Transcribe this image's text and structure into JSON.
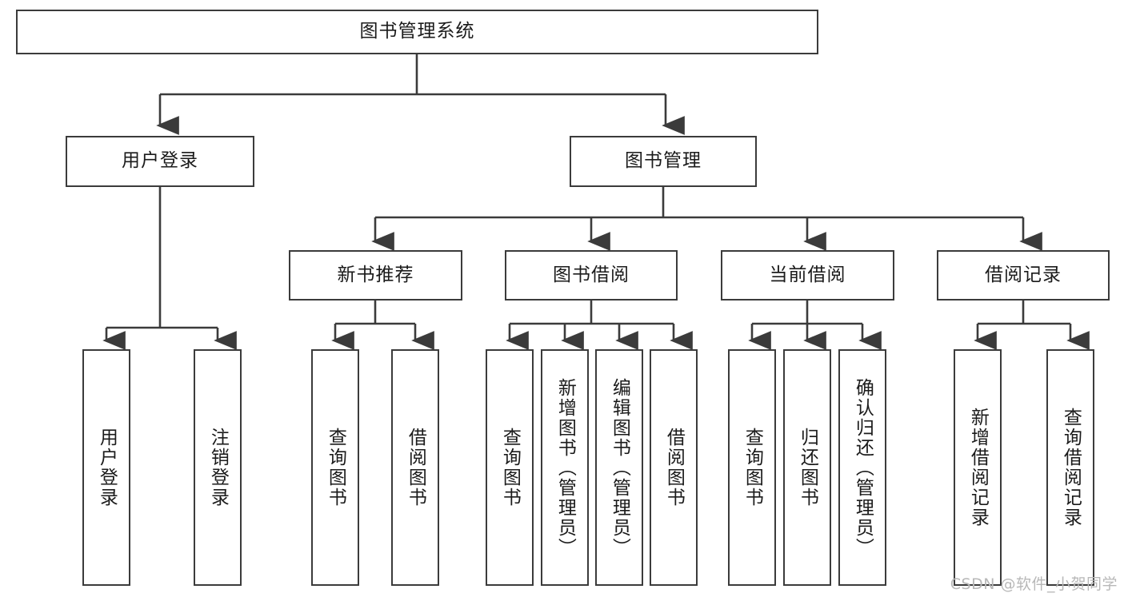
{
  "diagram": {
    "title": "图书管理系统",
    "type": "tree-hierarchy-diagram",
    "colors": {
      "box_border": "#3b3b3b",
      "box_fill": "#ffffff",
      "connector": "#3b3b3b",
      "text": "#1b1b1b",
      "watermark": "#b8b8b8"
    },
    "root": {
      "label": "图书管理系统"
    },
    "level2": [
      {
        "label": "用户登录"
      },
      {
        "label": "图书管理"
      }
    ],
    "level3": [
      {
        "label": "新书推荐"
      },
      {
        "label": "图书借阅"
      },
      {
        "label": "当前借阅"
      },
      {
        "label": "借阅记录"
      }
    ],
    "leaves": {
      "user_login": [
        {
          "label": "用户登录"
        },
        {
          "label": "注销登录"
        }
      ],
      "new_book_recommend": [
        {
          "label": "查询图书"
        },
        {
          "label": "借阅图书"
        }
      ],
      "book_borrow": [
        {
          "label": "查询图书"
        },
        {
          "label": "新增图书（管理员）"
        },
        {
          "label": "编辑图书（管理员）"
        },
        {
          "label": "借阅图书"
        }
      ],
      "current_borrow": [
        {
          "label": "查询图书"
        },
        {
          "label": "归还图书"
        },
        {
          "label": "确认归还（管理员）"
        }
      ],
      "borrow_record": [
        {
          "label": "新增借阅记录"
        },
        {
          "label": "查询借阅记录"
        }
      ]
    }
  },
  "watermark": {
    "text": "CSDN @软件_小贺同学"
  }
}
